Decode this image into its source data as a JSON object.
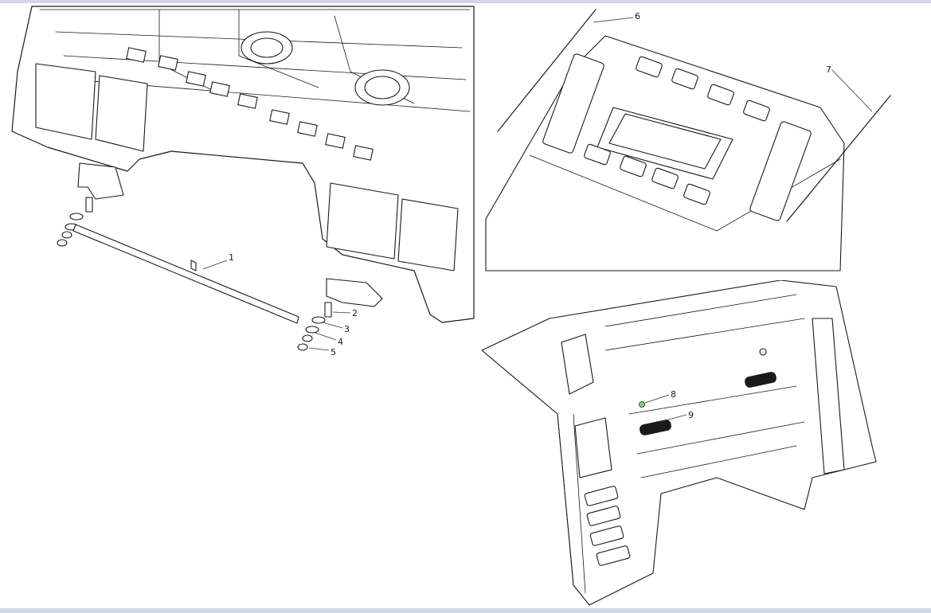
{
  "diagram": {
    "callouts": [
      {
        "label": "1"
      },
      {
        "label": "2"
      },
      {
        "label": "3"
      },
      {
        "label": "4"
      },
      {
        "label": "5"
      },
      {
        "label": "6"
      },
      {
        "label": "7"
      },
      {
        "label": "8"
      },
      {
        "label": "9"
      }
    ]
  },
  "colors": {
    "frame": "#cfd8e4",
    "line": "#1a1a1a",
    "highlight_dot": "#7bd67b"
  }
}
